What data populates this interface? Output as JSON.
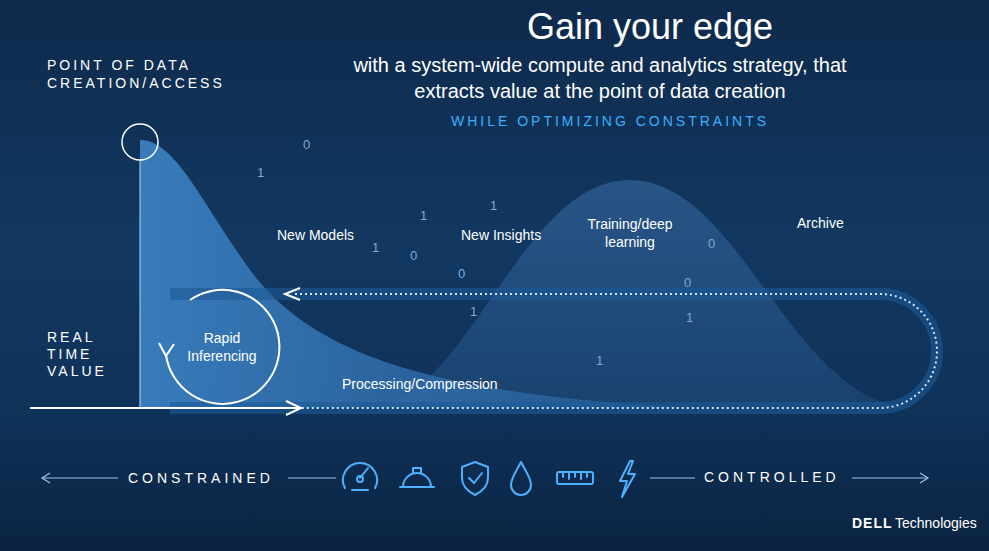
{
  "diagram": {
    "title": "Gain your edge",
    "nodes": [
      {
        "text": [
          "Rapid Inferencing"
        ]
      }
    ],
    "labels": [
      "with a system-wide compute and analytics strategy, that extracts value at the point of data creation",
      "WHILE OPTIMIZING CONSTRAINTS",
      "POINT OF DATA CREATION/ACCESS",
      "New Models",
      "New Insights",
      "Training/deep learning",
      "Archive",
      "REAL TIME VALUE",
      "Processing/Compression",
      "CONSTRAINED",
      "CONTROLLED",
      "DELL",
      "Technologies",
      "1",
      "0",
      "1",
      "1",
      "0",
      "0",
      "1",
      "1",
      "0",
      "1",
      "0",
      "1"
    ]
  }
}
